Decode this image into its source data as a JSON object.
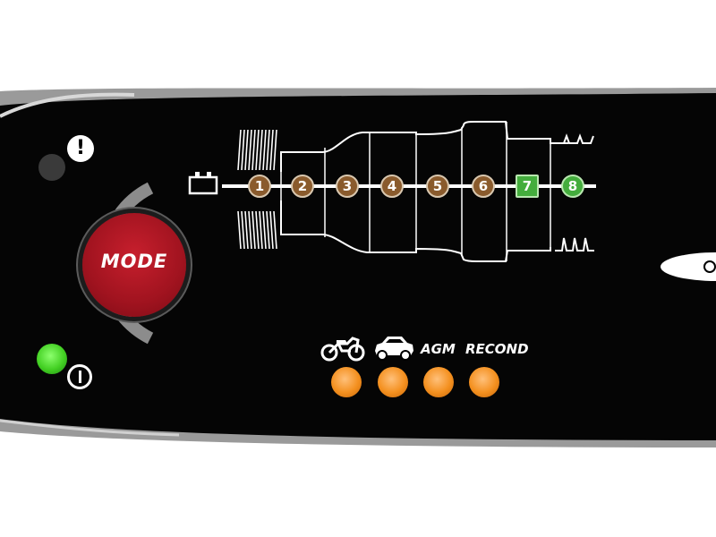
{
  "controls": {
    "mode_button": {
      "label": "MODE"
    },
    "warning_icon": {
      "symbol": "!"
    }
  },
  "charge_steps": [
    "1",
    "2",
    "3",
    "4",
    "5",
    "6",
    "7",
    "8"
  ],
  "mode_labels": {
    "agm": "AGM",
    "recond": "RECOND"
  },
  "icons": [
    "battery-icon",
    "warning-icon",
    "power-icon",
    "motorcycle-icon",
    "car-icon"
  ],
  "colors": {
    "panel": "#000000",
    "mode_button": "#a0131f",
    "step_brown": "#8a5b2d",
    "step_green": "#44ad3d",
    "power_led": "#43d023",
    "mode_led": "#f4901f"
  }
}
